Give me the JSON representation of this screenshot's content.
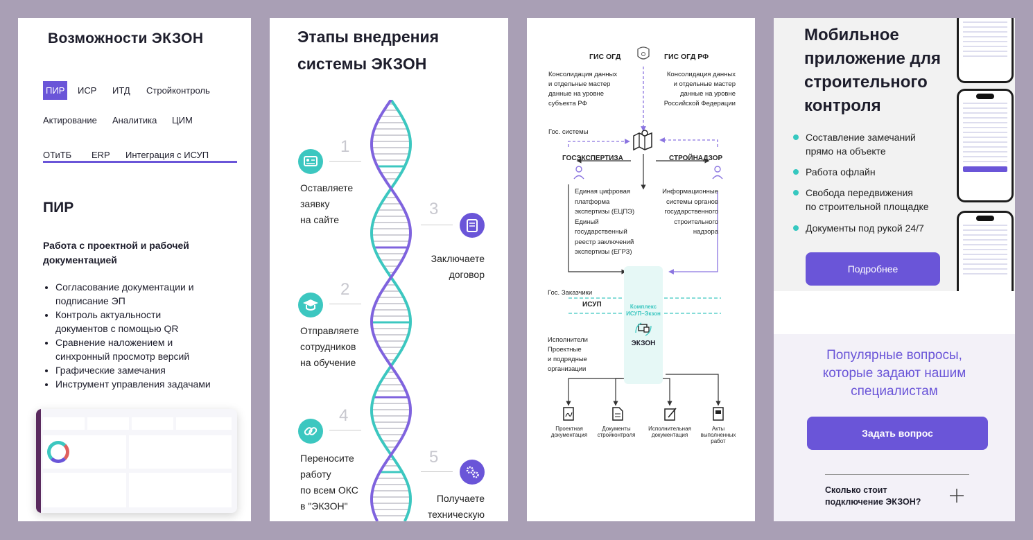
{
  "panel1": {
    "title": "Возможности ЭКЗОН",
    "tabs": [
      "ПИР",
      "ИСР",
      "ИТД",
      "Стройконтроль",
      "Актирование",
      "Аналитика",
      "ЦИМ",
      "ОТиТБ",
      "ERP",
      "Интеграция с ИСУП"
    ],
    "section_title": "ПИР",
    "subtitle": "Работа с проектной и рабочей документацией",
    "bullets": [
      "Согласование документации и подписание ЭП",
      "Контроль актуальности документов с помощью QR",
      "Сравнение наложением и синхронный просмотр версий",
      "Графические замечания",
      "Инструмент управления задачами"
    ],
    "accent": "#6a55d8"
  },
  "panel2": {
    "title_line1": "Этапы внедрения",
    "title_line2": "системы ЭКЗОН",
    "steps": [
      {
        "num": "1",
        "l1": "Оставляете",
        "l2": "заявку",
        "l3": "на сайте",
        "l4": ""
      },
      {
        "num": "3",
        "l1": "Заключаете",
        "l2": "договор",
        "l3": "",
        "l4": ""
      },
      {
        "num": "2",
        "l1": "Отправляете",
        "l2": "сотрудников",
        "l3": "на обучение",
        "l4": ""
      },
      {
        "num": "4",
        "l1": "Переносите",
        "l2": "работу",
        "l3": "по всем ОКС",
        "l4": "в \"ЭКЗОН\""
      },
      {
        "num": "5",
        "l1": "Получаете",
        "l2": "техническую",
        "l3": "",
        "l4": ""
      }
    ],
    "teal": "#3cc7c0",
    "purple": "#6a55d8"
  },
  "panel3": {
    "gis_ogd": "ГИС ОГД",
    "gis_ogd_rf": "ГИС ОГД РФ",
    "left_desc": [
      "Консолидация данных",
      "и отдельные мастер",
      "данные на уровне",
      "субъекта РФ"
    ],
    "right_desc": [
      "Консолидация данных",
      "и отдельные мастер",
      "данные на уровне",
      "Российской Федерации"
    ],
    "gos_systems": "Гос. системы",
    "gosexpertiza": "ГОСЭКСПЕРТИЗА",
    "stroynadzor": "СТРОЙНАДЗОР",
    "left_list": [
      "Единая цифровая",
      "платформа",
      "экспертизы (ЕЦПЭ)",
      "Единый",
      "государственный",
      "реестр заключений",
      "экспертизы (ЕГРЗ)"
    ],
    "right_list": [
      "Информационные",
      "системы органов",
      "государственного",
      "строительного",
      "надзора"
    ],
    "gos_customers": "Гос. Заказчики",
    "isup": "ИСУП",
    "complex_l1": "Комплекс",
    "complex_l2": "ИСУП–Экзон",
    "ekzon": "ЭКЗОН",
    "executors": [
      "Исполнители",
      "Проектные",
      "и подрядные",
      "организации"
    ],
    "docs": [
      {
        "l1": "Проектная",
        "l2": "документация",
        "l3": ""
      },
      {
        "l1": "Документы",
        "l2": "стройконтроля",
        "l3": ""
      },
      {
        "l1": "Исполнительная",
        "l2": "документация",
        "l3": ""
      },
      {
        "l1": "Акты",
        "l2": "выполненных",
        "l3": "работ"
      }
    ]
  },
  "panel4": {
    "title": [
      "Мобильное",
      "приложение для",
      "строительного",
      "контроля"
    ],
    "bullets": [
      {
        "l1": "Составление замечаний",
        "l2": "прямо на объекте"
      },
      {
        "l1": "Работа офлайн",
        "l2": ""
      },
      {
        "l1": "Свобода передвижения",
        "l2": "по строительной площадке"
      },
      {
        "l1": "Документы под рукой 24/7",
        "l2": ""
      }
    ],
    "more_button": "Подробнее",
    "faq_title": [
      "Популярные вопросы,",
      "которые задают нашим",
      "специалистам"
    ],
    "ask_button": "Задать вопрос",
    "faq_item": [
      "Сколько стоит",
      "подключение ЭКЗОН?"
    ]
  }
}
